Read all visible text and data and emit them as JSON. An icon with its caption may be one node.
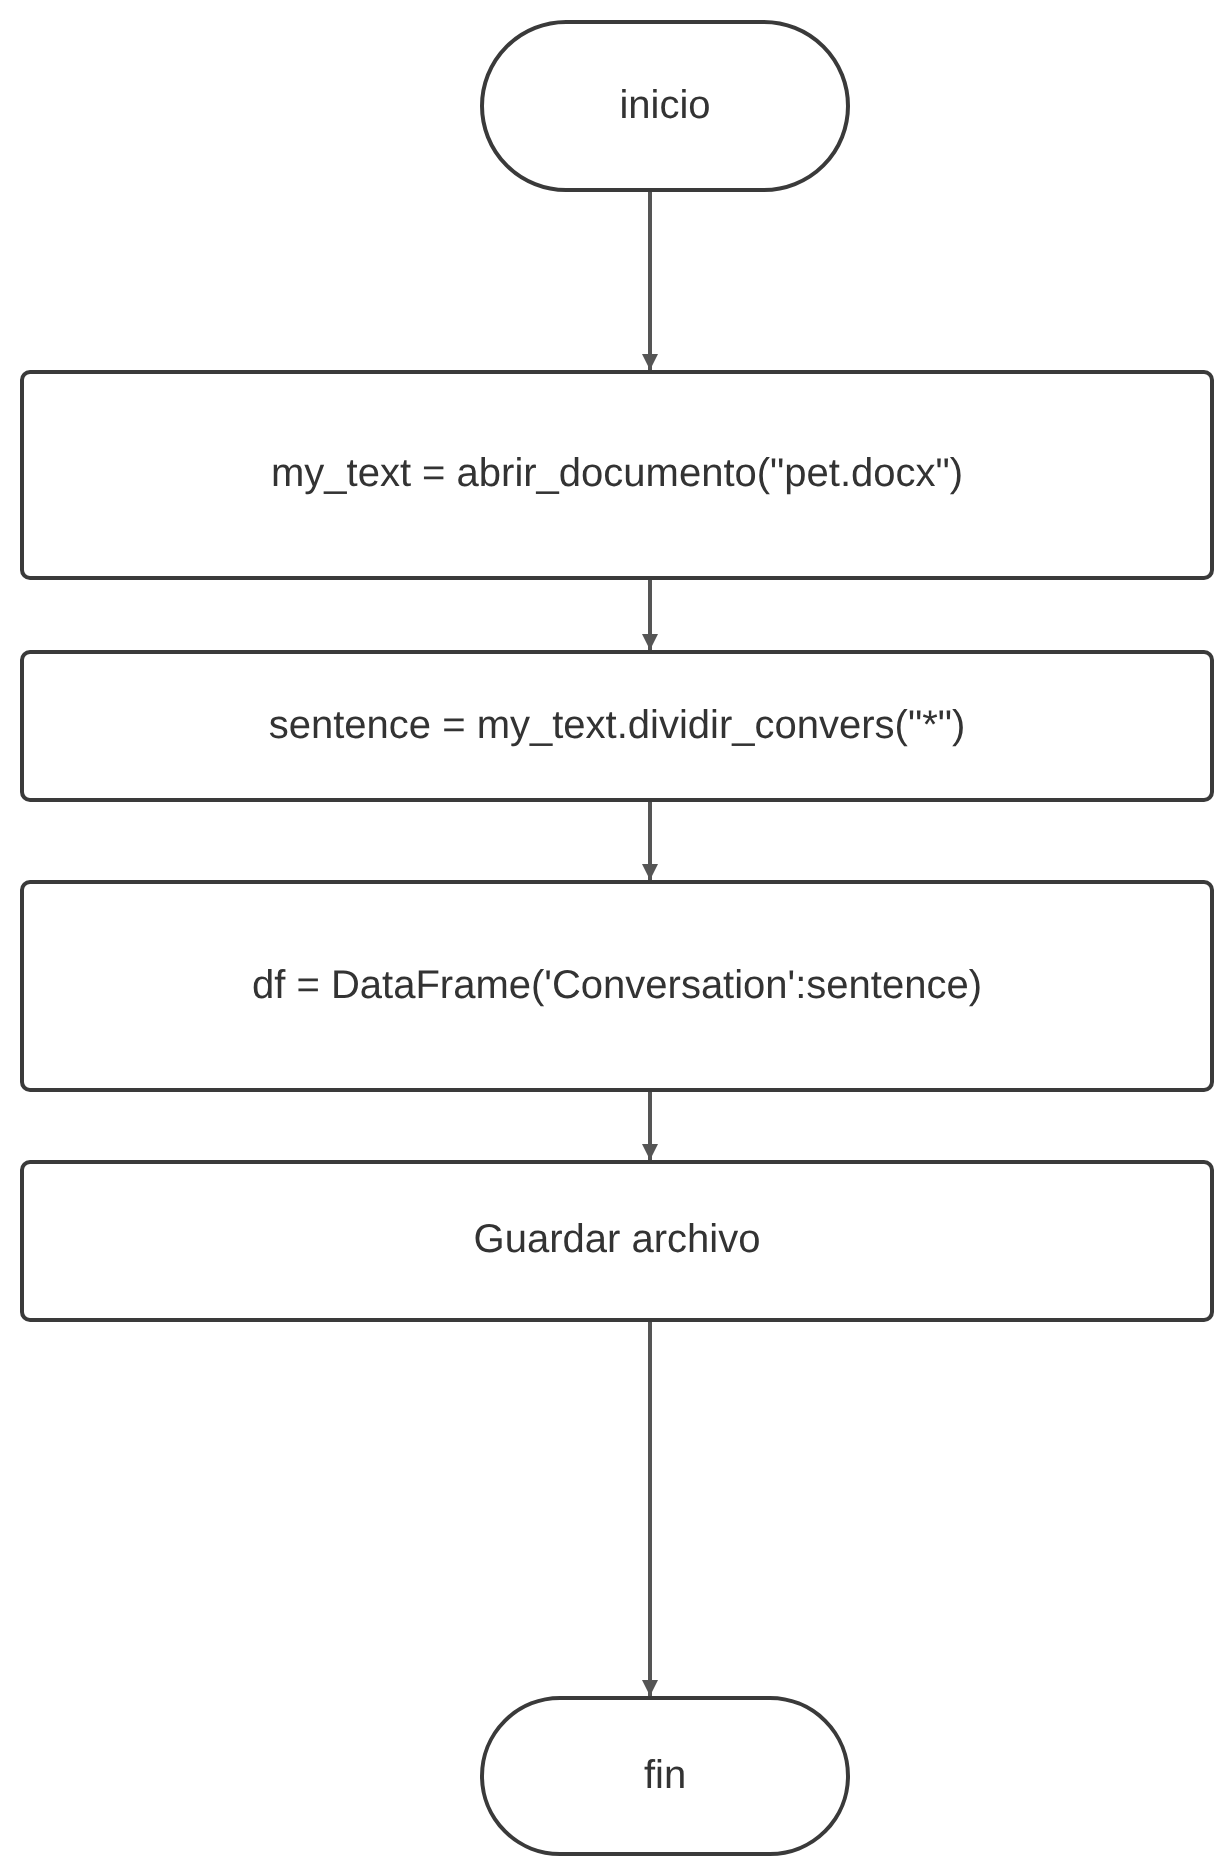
{
  "diagram": {
    "nodes": [
      {
        "text": [
          "inicio"
        ]
      },
      {
        "text": [
          "my_text = abrir_documento(\"pet.docx\")"
        ]
      },
      {
        "text": [
          "sentence = my_text.dividir_convers(\"*\")"
        ]
      },
      {
        "text": [
          "df = DataFrame('Conversation':sentence)"
        ]
      },
      {
        "text": [
          "Guardar archivo"
        ]
      },
      {
        "text": [
          "fin"
        ]
      }
    ],
    "edges": [
      {
        "from": 0,
        "to": 1,
        "arrow": "to"
      },
      {
        "from": 1,
        "to": 2,
        "arrow": "to"
      },
      {
        "from": 2,
        "to": 3,
        "arrow": "to"
      },
      {
        "from": 3,
        "to": 4,
        "arrow": "to"
      },
      {
        "from": 4,
        "to": 5,
        "arrow": "to"
      }
    ]
  }
}
